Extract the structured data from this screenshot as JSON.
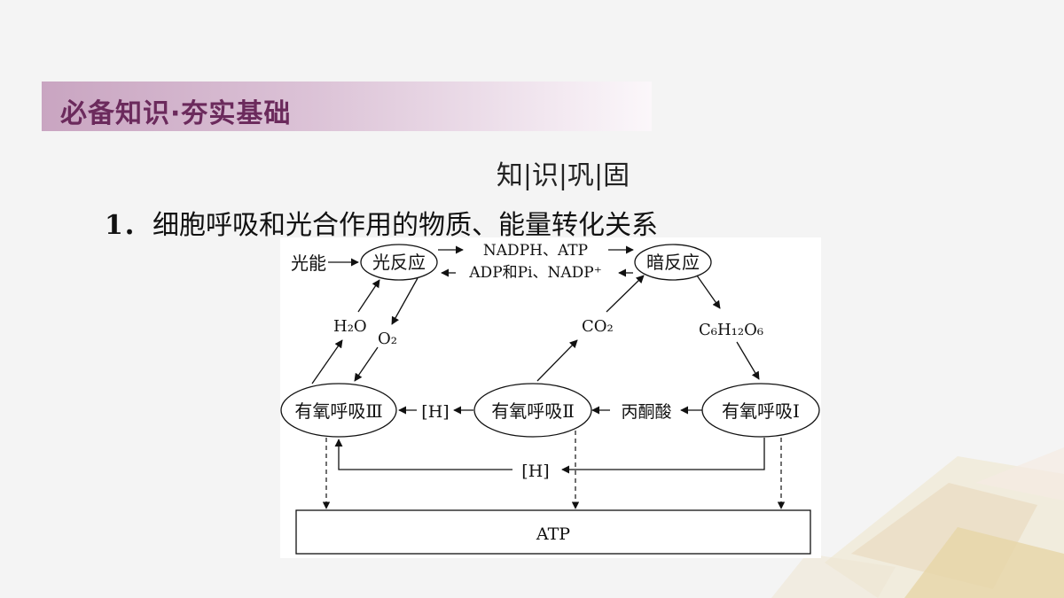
{
  "header": {
    "title": "必备知识·夯实基础"
  },
  "subtitle": "知|识|巩|固",
  "section": {
    "number": "1．",
    "title": "细胞呼吸和光合作用的物质、能量转化关系"
  },
  "diagram": {
    "light_energy": "光能",
    "light_reaction": "光反应",
    "dark_reaction": "暗反应",
    "to_dark_label": "NADPH、ATP",
    "to_light_label": "ADP和Pi、NADP⁺",
    "water": "H₂O",
    "oxygen": "O₂",
    "co2": "CO₂",
    "glucose": "C₆H₁₂O₆",
    "aerobic1": "有氧呼吸Ⅰ",
    "aerobic2": "有氧呼吸Ⅱ",
    "aerobic3": "有氧呼吸Ⅲ",
    "pyruvate": "丙酮酸",
    "h_between": "[H]",
    "h_bottom": "[H]",
    "atp": "ATP"
  }
}
